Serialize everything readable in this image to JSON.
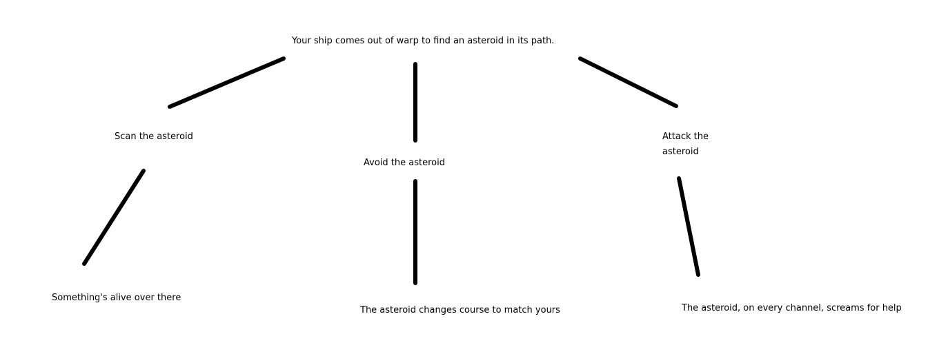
{
  "root": "Your ship comes out of warp to find an asteroid in its path.",
  "choices": [
    {
      "label": "Scan the asteroid",
      "outcome": "Something's alive over there"
    },
    {
      "label": "Avoid the asteroid",
      "outcome": "The asteroid changes course to match yours"
    },
    {
      "label_line1": "Attack the",
      "label_line2": "asteroid",
      "outcome": "The asteroid, on every channel, screams for help"
    }
  ]
}
